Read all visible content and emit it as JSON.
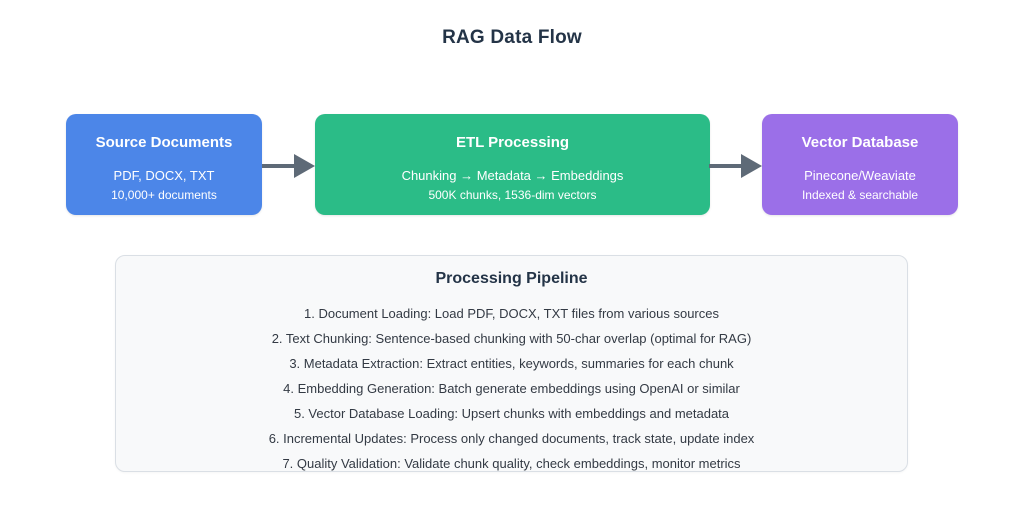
{
  "page": {
    "title": "RAG Data Flow"
  },
  "colors": {
    "title_text": "#243447",
    "arrow": "#5E6A77",
    "source_node": "#4C86E8",
    "etl_node": "#2BBC87",
    "vector_node": "#9B6FE8",
    "panel_bg": "#F8F9FA",
    "panel_border": "#DADFE5",
    "step_text": "#333A44",
    "node_text": "#FFFFFF"
  },
  "flow": {
    "nodes": [
      {
        "title": "Source Documents",
        "line1": "PDF, DOCX, TXT",
        "line2": "10,000+ documents",
        "color": "#4C86E8"
      },
      {
        "title": "ETL Processing",
        "line1": "Chunking → Metadata → Embeddings",
        "line2": "500K chunks, 1536-dim vectors",
        "color": "#2BBC87"
      },
      {
        "title": "Vector Database",
        "line1": "Pinecone/Weaviate",
        "line2": "Indexed & searchable",
        "color": "#9B6FE8"
      }
    ]
  },
  "pipeline": {
    "title": "Processing Pipeline",
    "steps": [
      "1. Document Loading: Load PDF, DOCX, TXT files from various sources",
      "2. Text Chunking: Sentence-based chunking with 50-char overlap (optimal for RAG)",
      "3. Metadata Extraction: Extract entities, keywords, summaries for each chunk",
      "4. Embedding Generation: Batch generate embeddings using OpenAI or similar",
      "5. Vector Database Loading: Upsert chunks with embeddings and metadata",
      "6. Incremental Updates: Process only changed documents, track state, update index",
      "7. Quality Validation: Validate chunk quality, check embeddings, monitor metrics"
    ]
  }
}
